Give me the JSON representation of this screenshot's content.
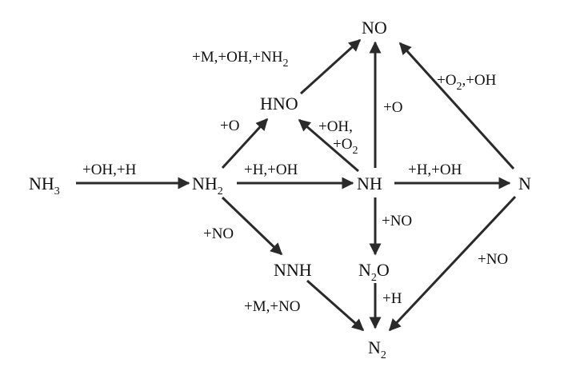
{
  "diagram": {
    "nodes": {
      "nh3": {
        "main": "NH",
        "sub": "3"
      },
      "nh2": {
        "main": "NH",
        "sub": "2"
      },
      "nh": {
        "main": "NH"
      },
      "n": {
        "main": "N"
      },
      "hno": {
        "main": "HNO"
      },
      "no": {
        "main": "NO"
      },
      "nnh": {
        "main": "NNH"
      },
      "n2o": {
        "main": "N",
        "sub": "2",
        "tail": "O"
      },
      "n2": {
        "main": "N",
        "sub": "2"
      }
    },
    "labels": {
      "nh3_nh2": "+OH,+H",
      "nh2_nh": "+H,+OH",
      "nh_n": "+H,+OH",
      "nh2_hno": "+O",
      "hno_no": {
        "a": "+M,+OH,+NH",
        "sub": "2"
      },
      "nh_no": "+O",
      "nh_hno_1": "+OH,",
      "nh_hno_2": {
        "a": "+O",
        "sub": "2"
      },
      "n_no": {
        "a": "+O",
        "sub": "2",
        "b": ",+OH"
      },
      "nh2_nnh": "+NO",
      "nh_n2o": "+NO",
      "n2o_n2": "+H",
      "nnh_n2": "+M,+NO",
      "n_n2": "+NO"
    }
  }
}
